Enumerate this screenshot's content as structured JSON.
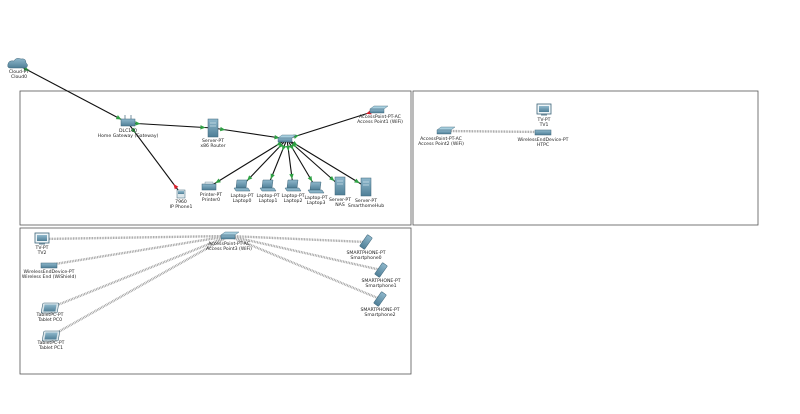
{
  "colors": {
    "cable": "#111111",
    "wireless": "#9a9a9a",
    "link_up": "#2ea043",
    "link_down": "#d8202c",
    "device_fill": "#5f8fa8",
    "device_dark": "#3d6478",
    "box_stroke": "#555555"
  },
  "devices": {
    "cloud0": {
      "l1": "Cloud-PT",
      "l2": "Cloud0",
      "icon": "cloud-icon"
    },
    "gateway": {
      "l1": "DLC100",
      "l2": "Home Gateway (Gateway)",
      "icon": "home-gateway-icon"
    },
    "server_router": {
      "l1": "Server-PT",
      "l2": "x86 Router",
      "icon": "server-icon"
    },
    "switch0": {
      "l1": "",
      "l2": "",
      "icon": "switch-icon"
    },
    "ap1": {
      "l1": "AccessPoint-PT-AC",
      "l2": "Access Point1 (WiFi)",
      "icon": "access-point-icon"
    },
    "ipphone1": {
      "l1": "7960",
      "l2": "IP Phone1",
      "icon": "ip-phone-icon"
    },
    "printer0": {
      "l1": "Printer-PT",
      "l2": "Printer0",
      "icon": "printer-icon"
    },
    "laptop0": {
      "l1": "Laptop-PT",
      "l2": "Laptop0",
      "icon": "laptop-icon"
    },
    "laptop1": {
      "l1": "Laptop-PT",
      "l2": "Laptop1",
      "icon": "laptop-icon"
    },
    "laptop2": {
      "l1": "Laptop-PT",
      "l2": "Laptop2",
      "icon": "laptop-icon"
    },
    "laptop3": {
      "l1": "Laptop-PT",
      "l2": "Laptop3",
      "icon": "laptop-icon"
    },
    "nas": {
      "l1": "Server-PT",
      "l2": "NAS",
      "icon": "server-icon"
    },
    "smarthomehub": {
      "l1": "Server-PT",
      "l2": "SmarthomeHub",
      "icon": "server-icon"
    },
    "ap2": {
      "l1": "AccessPoint-PT-AC",
      "l2": "Access Point2 (WiFi)",
      "icon": "access-point-icon"
    },
    "tv1": {
      "l1": "TV-PT",
      "l2": "TV1",
      "icon": "tv-icon"
    },
    "htpc": {
      "l1": "WirelessEndDevice-PT",
      "l2": "HTPC",
      "icon": "wireless-end-device-icon"
    },
    "tv2": {
      "l1": "TV-PT",
      "l2": "TV2",
      "icon": "tv-icon"
    },
    "wshield": {
      "l1": "WirelessEndDevice-PT",
      "l2": "Wireless End (WiShield)",
      "icon": "wireless-end-device-icon"
    },
    "tabletpc0": {
      "l1": "TabletPC-PT",
      "l2": "Tablet PC0",
      "icon": "tablet-icon"
    },
    "tabletpc1": {
      "l1": "TabletPC-PT",
      "l2": "Tablet PC1",
      "icon": "tablet-icon"
    },
    "ap3": {
      "l1": "AccessPoint-PT-AC",
      "l2": "Access Point3 (WiFi)",
      "icon": "access-point-icon"
    },
    "smartphone0": {
      "l1": "SMARTPHONE-PT",
      "l2": "Smartphone0",
      "icon": "smartphone-icon"
    },
    "smartphone1": {
      "l1": "SMARTPHONE-PT",
      "l2": "Smartphone1",
      "icon": "smartphone-icon"
    },
    "smartphone2": {
      "l1": "SMARTPHONE-PT",
      "l2": "Smartphone2",
      "icon": "smartphone-icon"
    }
  },
  "links": [
    {
      "from": "cloud0",
      "to": "gateway",
      "kind": "cable",
      "a": "up",
      "b": "up"
    },
    {
      "from": "gateway",
      "to": "server_router",
      "kind": "cable",
      "a": "up",
      "b": "up"
    },
    {
      "from": "gateway",
      "to": "ipphone1",
      "kind": "cable",
      "a": "up",
      "b": "down"
    },
    {
      "from": "server_router",
      "to": "switch0",
      "kind": "cable",
      "a": "up",
      "b": "up"
    },
    {
      "from": "switch0",
      "to": "ap1",
      "kind": "cable",
      "a": "up",
      "b": "down"
    },
    {
      "from": "switch0",
      "to": "printer0",
      "kind": "cable",
      "a": "up",
      "b": "up"
    },
    {
      "from": "switch0",
      "to": "laptop0",
      "kind": "cable",
      "a": "up",
      "b": "up"
    },
    {
      "from": "switch0",
      "to": "laptop1",
      "kind": "cable",
      "a": "up",
      "b": "up"
    },
    {
      "from": "switch0",
      "to": "laptop2",
      "kind": "cable",
      "a": "up",
      "b": "up"
    },
    {
      "from": "switch0",
      "to": "laptop3",
      "kind": "cable",
      "a": "up",
      "b": "up"
    },
    {
      "from": "switch0",
      "to": "nas",
      "kind": "cable",
      "a": "up",
      "b": "up"
    },
    {
      "from": "switch0",
      "to": "smarthomehub",
      "kind": "cable",
      "a": "up",
      "b": "up"
    },
    {
      "from": "ap2",
      "to": "htpc",
      "kind": "wireless"
    },
    {
      "from": "ap3",
      "to": "tv2",
      "kind": "wireless"
    },
    {
      "from": "ap3",
      "to": "wshield",
      "kind": "wireless"
    },
    {
      "from": "ap3",
      "to": "tabletpc0",
      "kind": "wireless"
    },
    {
      "from": "ap3",
      "to": "tabletpc1",
      "kind": "wireless"
    },
    {
      "from": "ap3",
      "to": "smartphone0",
      "kind": "wireless"
    },
    {
      "from": "ap3",
      "to": "smartphone1",
      "kind": "wireless"
    },
    {
      "from": "ap3",
      "to": "smartphone2",
      "kind": "wireless"
    }
  ]
}
